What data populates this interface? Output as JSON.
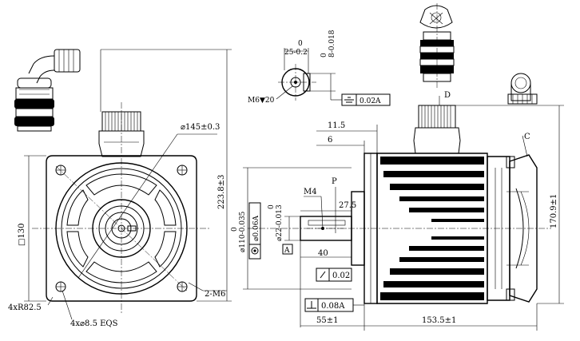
{
  "front_view": {
    "dia_145": "⌀145±0.3",
    "square_130": "□130",
    "height_223": "223.8±3",
    "radius_82": "4xR82.5",
    "holes": "4x⌀8.5  EQS",
    "m6_2": "2-M6"
  },
  "key_detail": {
    "zero_top": "0",
    "dim_25": "25-0.2",
    "tol_8": "8-0.018",
    "zero_side": "0",
    "thread": "M6▼20",
    "flat_tol": "0.02A"
  },
  "side_view": {
    "dim_115": "11.5",
    "dim_6": "6",
    "label_p": "P",
    "label_m4": "M4",
    "dim_27": "27.5",
    "dia_110_zero": "0",
    "dia_110": "⌀110-0.035",
    "coax_tol": "⌀0.06A",
    "dia_22_zero": "0",
    "dia_22": "⌀22-0.013",
    "datum_a": "A",
    "dim_40": "40",
    "runout": "0.02",
    "perp": "0.08A",
    "dim_55": "55±1",
    "dim_153": "153.5±1",
    "dim_170": "170.9±1",
    "label_d": "D",
    "label_c": "C"
  }
}
